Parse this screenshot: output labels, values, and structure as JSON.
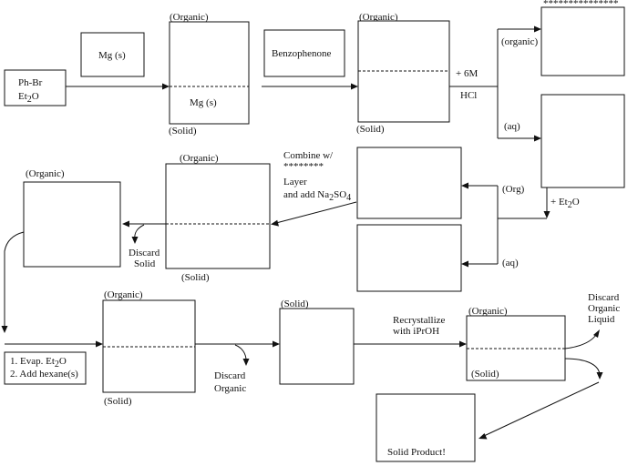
{
  "labels": {
    "phbr": "Ph-Br",
    "et2o_et": "Et",
    "et2o_sub": "2",
    "et2o_o": "O",
    "mg_reagent": "Mg (s)",
    "organic": "(Organic)",
    "solid": "(Solid)",
    "mg_solid": "Mg (s)",
    "benzophenone": "Benzophenone",
    "six_m": "+ 6M",
    "hcl": "HCl",
    "organic_lc": "(organic)",
    "aq": "(aq)",
    "stars_top": "***************",
    "plus_et2o_pre": "+ Et",
    "plus_et2o_sub": "2",
    "plus_et2o_o": "O",
    "org": "(Org)",
    "combine": "Combine w/",
    "stars_mid": "********",
    "layer": "Layer",
    "and_add": "and add Na",
    "na2so4_sub1": "2",
    "na2so4_so": "SO",
    "na2so4_sub2": "4",
    "discard": "Discard",
    "solid_word": "Solid",
    "evap_pre": "1. Evap. Et",
    "evap_sub": "2",
    "evap_o": "O",
    "add_hexane": "2. Add hexane(s)",
    "organic_word": "Organic",
    "recrystallize": "Recrystallize",
    "with_iproh": "with iPrOH",
    "liquid_word": "Liquid",
    "solid_product": "Solid Product!"
  }
}
